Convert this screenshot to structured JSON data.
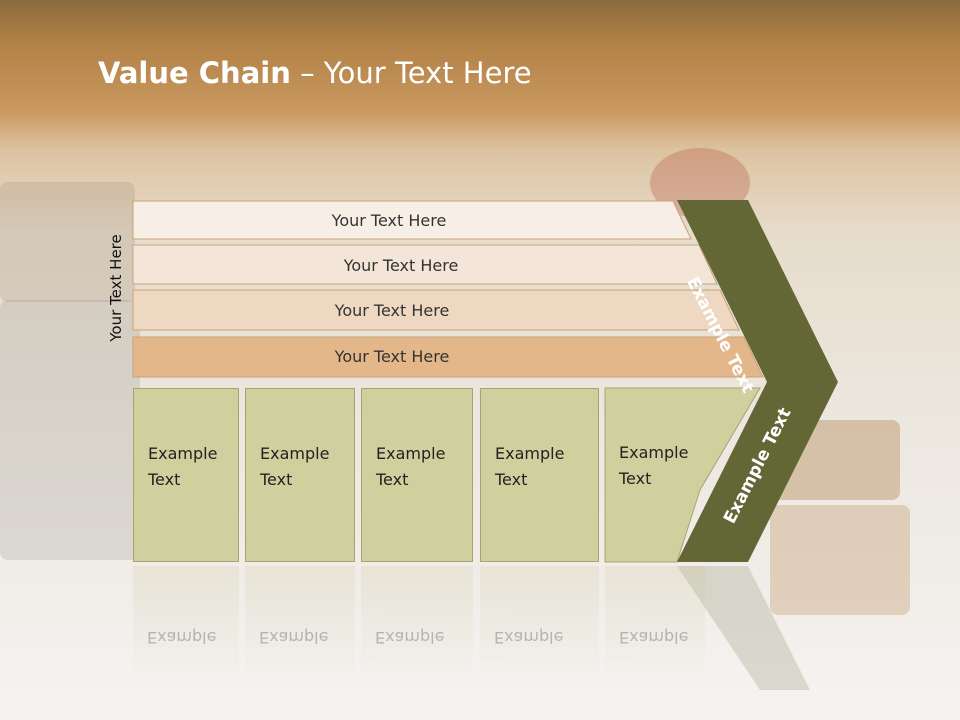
{
  "slide": {
    "title_bold": "Value Chain",
    "title_rest": " – Your Text Here",
    "side_label": "Your Text Here",
    "bands": [
      {
        "label": "Your Text Here",
        "color": "#f7efe6"
      },
      {
        "label": "Your Text Here",
        "color": "#f3e6d8"
      },
      {
        "label": "Your Text Here",
        "color": "#eed8c1"
      },
      {
        "label": "Your Text Here",
        "color": "#e3b789"
      }
    ],
    "cells": [
      {
        "line1": "Example",
        "line2": "Text"
      },
      {
        "line1": "Example",
        "line2": "Text"
      },
      {
        "line1": "Example",
        "line2": "Text"
      },
      {
        "line1": "Example",
        "line2": "Text"
      },
      {
        "line1": "Example",
        "line2": "Text"
      }
    ],
    "chevron_top": "Example Text",
    "chevron_bottom": "Example Text",
    "colors": {
      "chevron": "#636735",
      "cell": "#cfd09e",
      "band_border": "#c8a27a"
    }
  }
}
